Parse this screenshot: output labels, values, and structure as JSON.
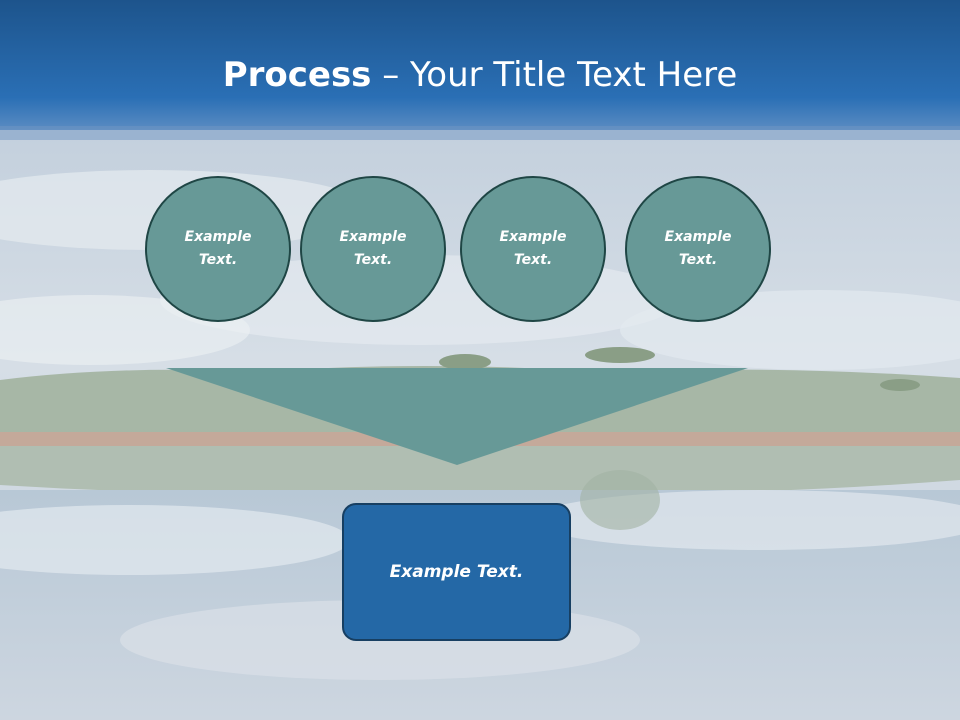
{
  "title": {
    "bold": "Process",
    "rest": " – Your Title Text Here"
  },
  "circles": [
    {
      "line1": "Example",
      "line2": "Text."
    },
    {
      "line1": "Example",
      "line2": "Text."
    },
    {
      "line1": "Example",
      "line2": "Text."
    },
    {
      "line1": "Example",
      "line2": "Text."
    }
  ],
  "result_box": {
    "text": "Example Text."
  },
  "colors": {
    "header": "#2468a6",
    "circle_fill": "#679997",
    "funnel_fill": "#679997",
    "box_fill": "#2468a6"
  }
}
